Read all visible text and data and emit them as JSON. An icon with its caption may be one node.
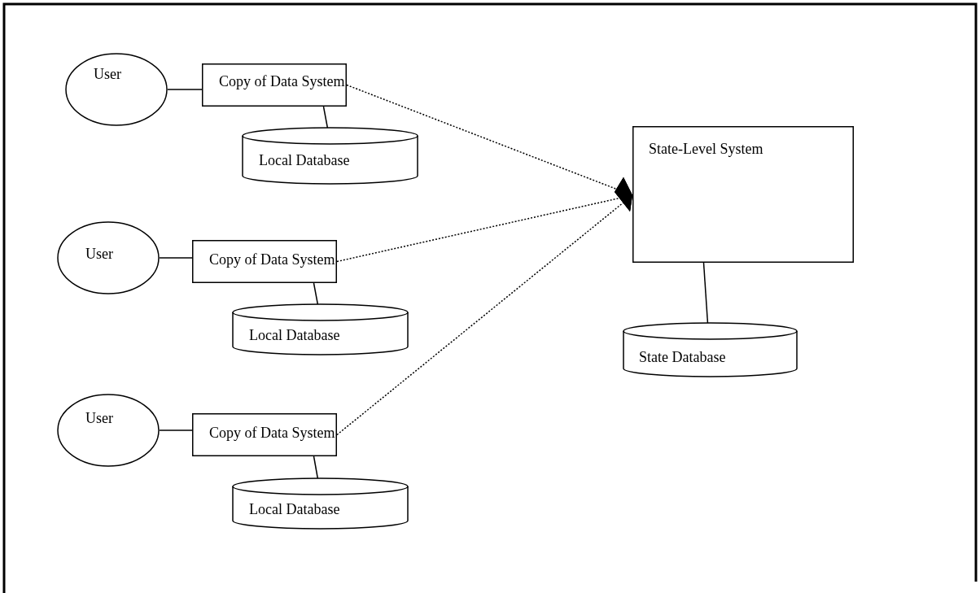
{
  "diagram": {
    "nodes": [
      {
        "text": [
          "User"
        ]
      },
      {
        "text": [
          "Copy of Data System"
        ]
      },
      {
        "text": [
          "Local Database"
        ]
      },
      {
        "text": [
          "User"
        ]
      },
      {
        "text": [
          "Copy of Data System"
        ]
      },
      {
        "text": [
          "Local Database"
        ]
      },
      {
        "text": [
          "User"
        ]
      },
      {
        "text": [
          "Copy of Data System"
        ]
      },
      {
        "text": [
          "Local Database"
        ]
      },
      {
        "text": [
          "State-Level System"
        ]
      },
      {
        "text": [
          "State Database"
        ]
      }
    ],
    "edges": [
      {
        "from": 0,
        "to": 1,
        "arrow": "none"
      },
      {
        "from": 1,
        "to": 2,
        "arrow": "none"
      },
      {
        "from": 3,
        "to": 4,
        "arrow": "none"
      },
      {
        "from": 4,
        "to": 5,
        "arrow": "none"
      },
      {
        "from": 6,
        "to": 7,
        "arrow": "none"
      },
      {
        "from": 7,
        "to": 8,
        "arrow": "none"
      },
      {
        "from": 1,
        "to": 9,
        "arrow": "other",
        "style": "dashed"
      },
      {
        "from": 4,
        "to": 9,
        "arrow": "other",
        "style": "dashed"
      },
      {
        "from": 7,
        "to": 9,
        "arrow": "other",
        "style": "dashed"
      },
      {
        "from": 9,
        "to": 10,
        "arrow": "none"
      }
    ]
  }
}
